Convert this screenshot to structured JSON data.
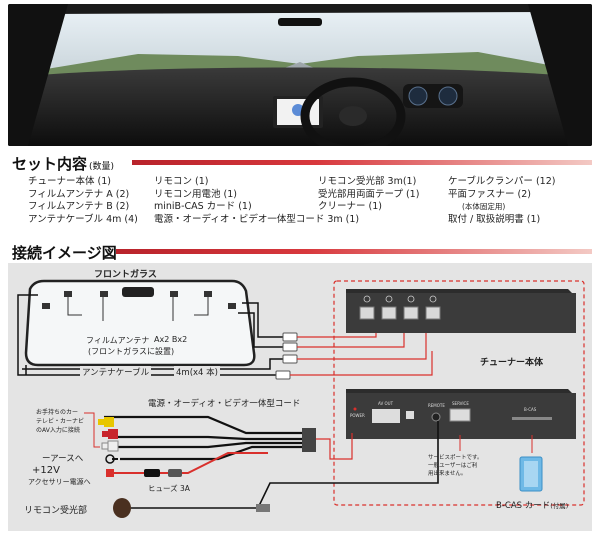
{
  "sections": {
    "set_title": "セット内容",
    "set_subtitle": "(数量)",
    "diagram_title": "接続イメージ図"
  },
  "set_items": {
    "col1": [
      "チューナー本体 (1)",
      "フィルムアンテナ A (2)",
      "フィルムアンテナ B (2)",
      "アンテナケーブル 4m (4)"
    ],
    "col2": [
      "リモコン (1)",
      "リモコン用電池 (1)",
      "miniB-CAS カード (1)",
      "電源・オーディオ・ビデオ一体型コード 3m (1)"
    ],
    "col3": [
      "リモコン受光部 3m(1)",
      "受光部用両面テープ (1)",
      "クリーナー (1)"
    ],
    "col4": [
      "ケーブルクランパー (12)",
      "平面ファスナー (2)",
      "(本体固定用)",
      "取付 / 取扱説明書 (1)"
    ]
  },
  "diagram": {
    "front_glass": "フロントガラス",
    "film_antenna_1": "フィルムアンテナ",
    "film_antenna_spec": "Ax2 Bx2",
    "film_antenna_2": "(フロントガラスに設置)",
    "antenna_cable": "アンテナケーブル",
    "antenna_cable_spec": "4m(x4 本)",
    "tuner_body": "チューナー本体",
    "av_cord": "電源・オーディオ・ビデオ一体型コード",
    "tv_note": [
      "お手持ちのカー",
      "テレビ・カーナビ",
      "のAV入力に接続"
    ],
    "ground": "ーアースへ",
    "power_v": "+12V",
    "power_to": "アクセサリー電源へ",
    "fuse": "ヒューズ 3A",
    "remote_receiver": "リモコン受光部",
    "service_port_note": [
      "サービスポートです。",
      "一般ユーザーはご利",
      "用出来ません。"
    ],
    "bcas_card": "B-CAS カード",
    "bcas_card_note": "(付属)",
    "port_power": "POWER",
    "port_avout": "AV OUT",
    "port_remote": "REMOTE",
    "port_service": "SERVICE",
    "port_bcas": "B-CAS"
  },
  "colors": {
    "accent_red": "#c8242c",
    "wire_red": "#d9302c",
    "diagram_bg": "#e4e4e4"
  }
}
